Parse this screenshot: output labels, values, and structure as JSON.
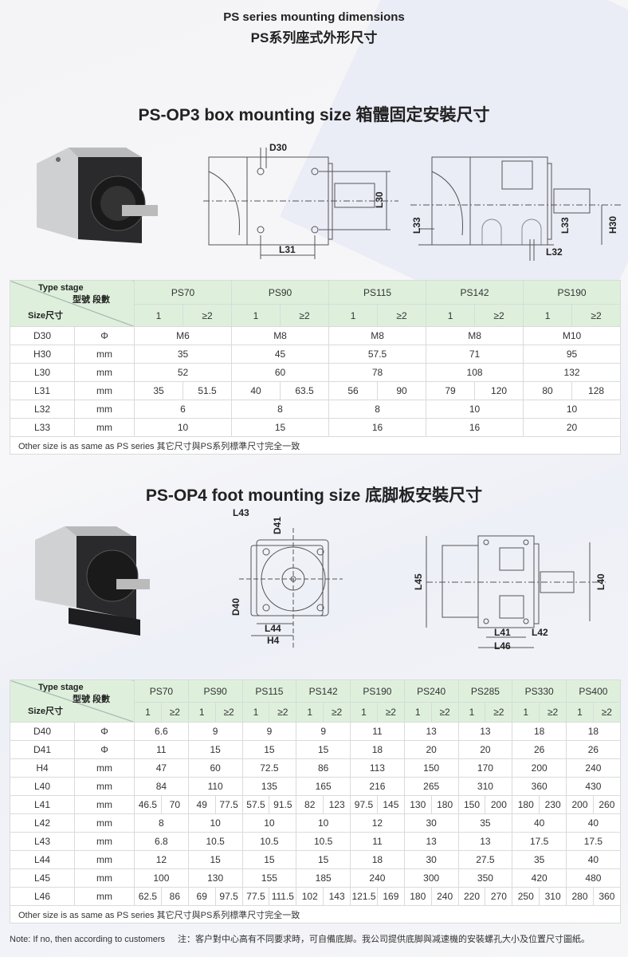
{
  "page": {
    "title_en": "PS series mounting dimensions",
    "title_cn": "PS系列座式外形尺寸"
  },
  "op3": {
    "heading": "PS-OP3 box mounting size  箱體固定安裝尺寸",
    "labels": {
      "d30": "D30",
      "l30": "L30",
      "l31": "L31",
      "l33a": "L33",
      "l33b": "L33",
      "h30": "H30",
      "l32": "L32"
    }
  },
  "op4": {
    "heading": "PS-OP4 foot mounting size  底脚板安裝尺寸",
    "labels": {
      "l43": "L43",
      "d41": "D41",
      "d40": "D40",
      "l44": "L44",
      "h4": "H4",
      "l45": "L45",
      "l40": "L40",
      "l41": "L41",
      "l42": "L42",
      "l46": "L46"
    }
  },
  "tables": [
    {
      "type_stage": "Type stage",
      "type_stage_cn": "型號 段數",
      "size": "Size尺寸",
      "models": [
        "PS70",
        "PS90",
        "PS115",
        "PS142",
        "PS190"
      ],
      "stages": [
        "1",
        "≥2"
      ],
      "rows": [
        {
          "name": "D30",
          "unit": "Φ",
          "values": [
            "M6",
            "M8",
            "M8",
            "M8",
            "M10"
          ]
        },
        {
          "name": "H30",
          "unit": "mm",
          "values": [
            "35",
            "45",
            "57.5",
            "71",
            "95"
          ]
        },
        {
          "name": "L30",
          "unit": "mm",
          "values": [
            "52",
            "60",
            "78",
            "108",
            "132"
          ]
        },
        {
          "name": "L31",
          "unit": "mm",
          "values": [
            [
              "35",
              "51.5"
            ],
            [
              "40",
              "63.5"
            ],
            [
              "56",
              "90"
            ],
            [
              "79",
              "120"
            ],
            [
              "80",
              "128"
            ]
          ]
        },
        {
          "name": "L32",
          "unit": "mm",
          "values": [
            "6",
            "8",
            "8",
            "10",
            "10"
          ]
        },
        {
          "name": "L33",
          "unit": "mm",
          "values": [
            "10",
            "15",
            "16",
            "16",
            "20"
          ]
        }
      ],
      "footer": "Other size is as same as PS series  其它尺寸與PS系列標準尺寸完全一致"
    },
    {
      "type_stage": "Type stage",
      "type_stage_cn": "型號 段數",
      "size": "Size尺寸",
      "models": [
        "PS70",
        "PS90",
        "PS115",
        "PS142",
        "PS190",
        "PS240",
        "PS285",
        "PS330",
        "PS400"
      ],
      "stages": [
        "1",
        "≥2"
      ],
      "rows": [
        {
          "name": "D40",
          "unit": "Φ",
          "values": [
            "6.6",
            "9",
            "9",
            "9",
            "11",
            "13",
            "13",
            "18",
            "18"
          ]
        },
        {
          "name": "D41",
          "unit": "Φ",
          "values": [
            "11",
            "15",
            "15",
            "15",
            "18",
            "20",
            "20",
            "26",
            "26"
          ]
        },
        {
          "name": "H4",
          "unit": "mm",
          "values": [
            "47",
            "60",
            "72.5",
            "86",
            "113",
            "150",
            "170",
            "200",
            "240"
          ]
        },
        {
          "name": "L40",
          "unit": "mm",
          "values": [
            "84",
            "110",
            "135",
            "165",
            "216",
            "265",
            "310",
            "360",
            "430"
          ]
        },
        {
          "name": "L41",
          "unit": "mm",
          "values": [
            [
              "46.5",
              "70"
            ],
            [
              "49",
              "77.5"
            ],
            [
              "57.5",
              "91.5"
            ],
            [
              "82",
              "123"
            ],
            [
              "97.5",
              "145"
            ],
            [
              "130",
              "180"
            ],
            [
              "150",
              "200"
            ],
            [
              "180",
              "230"
            ],
            [
              "200",
              "260"
            ]
          ]
        },
        {
          "name": "L42",
          "unit": "mm",
          "values": [
            "8",
            "10",
            "10",
            "10",
            "12",
            "30",
            "35",
            "40",
            "40"
          ]
        },
        {
          "name": "L43",
          "unit": "mm",
          "values": [
            "6.8",
            "10.5",
            "10.5",
            "10.5",
            "11",
            "13",
            "13",
            "17.5",
            "17.5"
          ]
        },
        {
          "name": "L44",
          "unit": "mm",
          "values": [
            "12",
            "15",
            "15",
            "15",
            "18",
            "30",
            "27.5",
            "35",
            "40"
          ]
        },
        {
          "name": "L45",
          "unit": "mm",
          "values": [
            "100",
            "130",
            "155",
            "185",
            "240",
            "300",
            "350",
            "420",
            "480"
          ]
        },
        {
          "name": "L46",
          "unit": "mm",
          "values": [
            [
              "62.5",
              "86"
            ],
            [
              "69",
              "97.5"
            ],
            [
              "77.5",
              "111.5"
            ],
            [
              "102",
              "143"
            ],
            [
              "121.5",
              "169"
            ],
            [
              "180",
              "240"
            ],
            [
              "220",
              "270"
            ],
            [
              "250",
              "310"
            ],
            [
              "280",
              "360"
            ]
          ]
        }
      ],
      "footer": "Other size is as same as PS series  其它尺寸與PS系列標準尺寸完全一致"
    }
  ],
  "note": {
    "en": "Note: If no, then according to customers",
    "cn": "注：客户對中心高有不同要求時，可自備底脚。我公司提供底脚與减速機的安裝螺孔大小及位置尺寸圖紙。"
  }
}
